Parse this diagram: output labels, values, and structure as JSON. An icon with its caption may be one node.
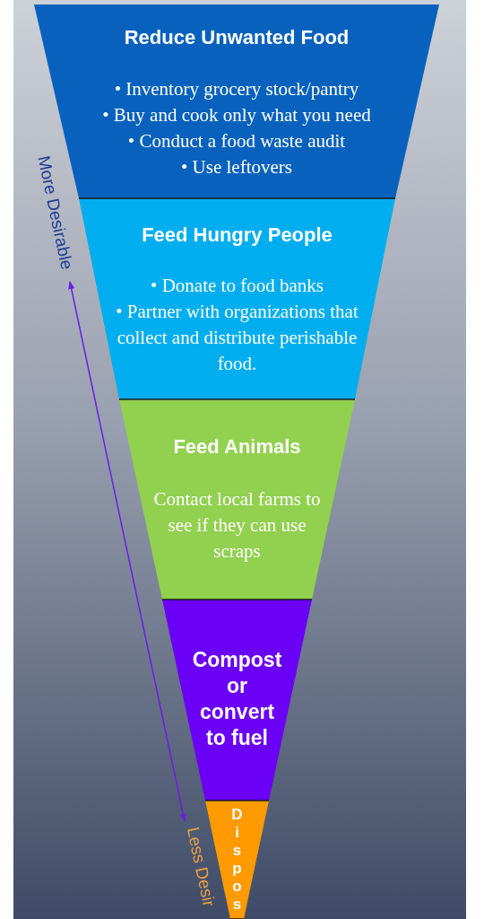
{
  "diagram": {
    "nodes": [
      {
        "text": [
          "Reduce Unwanted Food",
          "• Inventory grocery stock/pantry",
          "• Buy and cook only what you need",
          "• Conduct a food waste audit",
          "• Use leftovers"
        ]
      },
      {
        "text": [
          "Feed Hungry People",
          "• Donate to food banks",
          "• Partner with organizations that collect and distribute perishable food."
        ]
      },
      {
        "text": [
          "Feed Animals",
          "Contact local farms to see if they can use scraps"
        ]
      },
      {
        "text": [
          "Compost or convert to fuel"
        ]
      },
      {
        "text": [
          "Dispos"
        ]
      }
    ],
    "edges": [],
    "labels": [
      "More Desirable",
      "Less Desir"
    ]
  }
}
